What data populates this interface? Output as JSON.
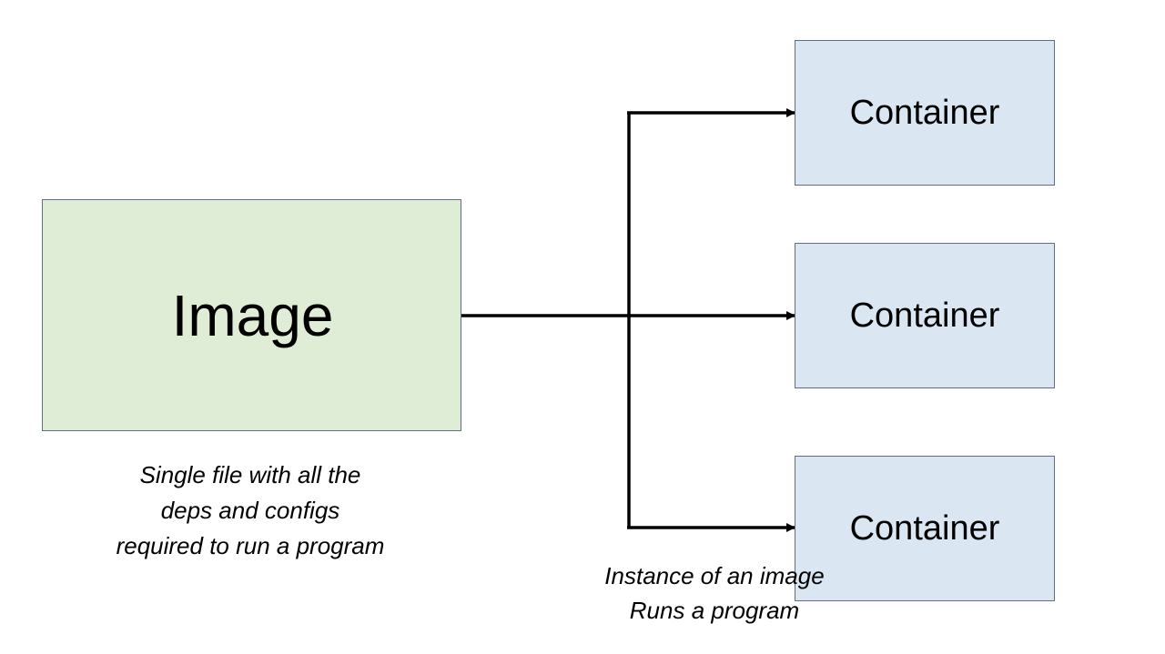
{
  "image_node": {
    "label": "Image",
    "caption_lines": [
      "Single file with all the",
      "deps and configs",
      "required to run a program"
    ]
  },
  "container_nodes": [
    {
      "label": "Container"
    },
    {
      "label": "Container"
    },
    {
      "label": "Container"
    }
  ],
  "container_caption_lines": [
    "Instance of an image",
    "Runs a program"
  ],
  "colors": {
    "image_fill": "#dfedd6",
    "container_fill": "#dae6f2",
    "border": "#5f6e85",
    "arrow": "#000000"
  }
}
